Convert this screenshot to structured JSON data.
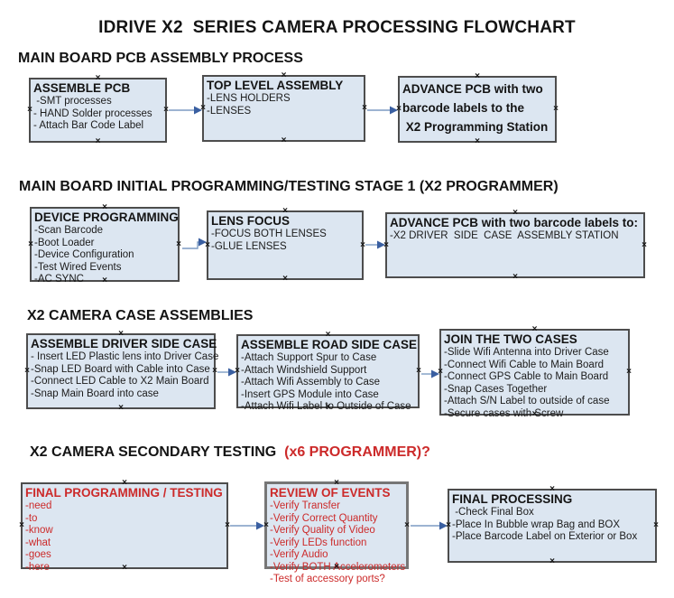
{
  "title": "IDRIVE X2  SERIES CAMERA PROCESSING FLOWCHART",
  "icons": {
    "handle_glyph": "×"
  },
  "colors": {
    "box_fill": "#dce6f1",
    "box_border": "#4d4d4d",
    "red_text": "#cc2a2a",
    "arrow_line": "#7d9cc3",
    "arrow_head": "#3a5fa1"
  },
  "sections": [
    {
      "heading": "MAIN BOARD PCB ASSEMBLY PROCESS",
      "boxes": [
        {
          "title": "ASSEMBLE PCB",
          "items": [
            " -SMT processes",
            "- HAND Solder processes",
            "- Attach Bar Code Label"
          ]
        },
        {
          "title": "TOP LEVEL ASSEMBLY",
          "items": [
            "-LENS HOLDERS",
            "-LENSES"
          ]
        },
        {
          "lines": [
            "ADVANCE PCB with two",
            "barcode labels to the",
            " X2 Programming Station"
          ]
        }
      ]
    },
    {
      "heading": "MAIN BOARD INITIAL PROGRAMMING/TESTING STAGE 1 (X2 PROGRAMMER)",
      "boxes": [
        {
          "title": "DEVICE PROGRAMMING",
          "items": [
            "-Scan Barcode",
            "-Boot Loader",
            "-Device Configuration",
            "-Test Wired Events",
            "-AC SYNC"
          ]
        },
        {
          "title": "LENS FOCUS",
          "items": [
            "-FOCUS BOTH LENSES",
            "-GLUE LENSES"
          ]
        },
        {
          "title": "ADVANCE PCB with two barcode labels to:",
          "items": [
            "-X2 DRIVER  SIDE  CASE  ASSEMBLY STATION"
          ]
        }
      ]
    },
    {
      "heading": "X2 CAMERA CASE ASSEMBLIES",
      "boxes": [
        {
          "title": "ASSEMBLE DRIVER SIDE CASE",
          "items": [
            "- Insert LED Plastic lens into Driver Case",
            "-Snap LED Board with Cable into Case",
            "-Connect LED Cable to X2 Main Board",
            "-Snap Main Board into case"
          ]
        },
        {
          "title": "ASSEMBLE ROAD SIDE CASE",
          "items": [
            "-Attach Support Spur to Case",
            "-Attach Windshield Support",
            "-Attach Wifi Assembly to Case",
            "-Insert GPS Module into Case",
            "-Attach Wifi Label to Outside of Case"
          ]
        },
        {
          "title": "JOIN THE TWO CASES",
          "items": [
            "-Slide Wifi Antenna into Driver Case",
            "-Connect Wifi Cable to Main Board",
            "-Connect GPS Cable to Main Board",
            "-Snap Cases Together",
            "-Attach S/N Label to outside of case",
            "-Secure cases with Screw"
          ]
        }
      ]
    },
    {
      "heading_black": "X2 CAMERA SECONDARY TESTING",
      "heading_red": "  (x6 PROGRAMMER)?",
      "boxes": [
        {
          "title": "FINAL PROGRAMMING / TESTING",
          "items": [
            "-need",
            "-to",
            "-know",
            "-what",
            "-goes",
            "-here"
          ]
        },
        {
          "title": "REVIEW OF EVENTS",
          "items": [
            "-Verify Transfer",
            "-Verify Correct Quantity",
            "-Verify Quality of Video",
            "-Verify LEDs function",
            "-Verify Audio",
            "-Verify BOTH Accelerometers",
            "-Test of accessory ports?"
          ]
        },
        {
          "title": "FINAL PROCESSING",
          "items": [
            " -Check Final Box",
            "-Place In Bubble wrap Bag and BOX",
            "-Place Barcode Label on Exterior or Box"
          ]
        }
      ]
    }
  ]
}
